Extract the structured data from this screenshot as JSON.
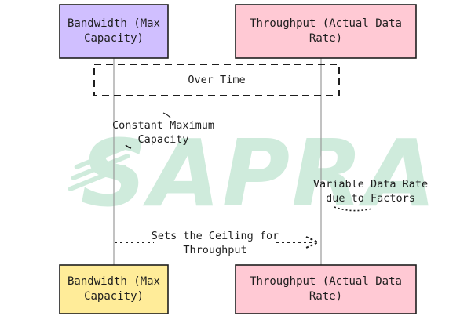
{
  "participants": {
    "left_top": "Bandwidth (Max Capacity)",
    "right_top": "Throughput (Actual Data Rate)",
    "left_bottom": "Bandwidth (Max Capacity)",
    "right_bottom": "Throughput (Actual Data Rate)"
  },
  "loop_label": "Over Time",
  "notes": {
    "left": "Constant Maximum Capacity",
    "right": "Variable Data Rate due to Factors"
  },
  "message": "Sets the Ceiling for Throughput",
  "watermark": "SAPRA",
  "colors": {
    "left_box_top": "#d0bfff",
    "left_box_bottom": "#ffec99",
    "right_box": "#ffc9d4",
    "watermark": "#a8dcc0"
  }
}
